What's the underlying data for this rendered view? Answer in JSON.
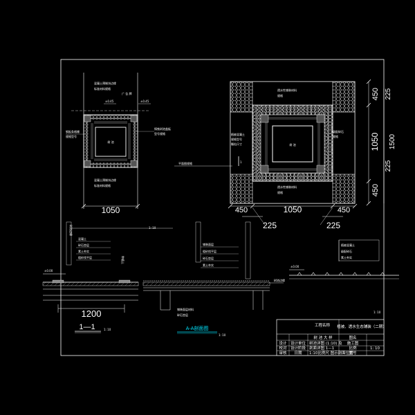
{
  "drawing": {
    "left_plan": {
      "dim_total": "1050",
      "center_label": "树 池",
      "level_left": "±0.45",
      "level_right": "±0.45",
      "note_top_1": "混凝土预制块边缘",
      "note_top_2": "标准材料规格",
      "note_axis": "广 告 牌",
      "note_left_1": "钢板条格栅",
      "note_left_2": "规格型号",
      "note_right_1": "铸铁树池盖板",
      "note_right_2": "型号规格",
      "note_bottom_1": "混凝土预制块边缘",
      "note_bottom_2": "标准材料规格"
    },
    "right_plan": {
      "center_label": "树 池",
      "dims_bottom": [
        "450",
        "1050",
        "450"
      ],
      "dims_sub": [
        "225",
        "225"
      ],
      "dims_right": [
        "450",
        "1050",
        "450"
      ],
      "dims_right_inner": [
        "225",
        "225"
      ],
      "dim_right_total": "1500",
      "note_top_1": "透水性铺装材料",
      "note_top_2": "规格",
      "note_left_1": "植被混凝土",
      "note_left_2": "规格型号",
      "note_left_3": "颗粒尺寸",
      "note_right_1": "级配碎石",
      "note_right_2": "规格",
      "note_bottom_1": "透水性铺装材料",
      "note_bottom_2": "规格",
      "note_section": "平面图规格",
      "section_mark": "1"
    },
    "section_1": {
      "level": "±0.00",
      "dim": "1200",
      "title": "1—1",
      "scale": "1: 10",
      "note_1": "混凝土",
      "note_2": "碎石垫层",
      "note_3": "素土夯实",
      "note_4": "粗砂找平层",
      "side_label_1": "树池边缘",
      "side_label_2": "种植土"
    },
    "section_A": {
      "title": "A-A剖面图",
      "scale": "1: 10",
      "note_1": "铺装面层",
      "note_2": "粗砂找平层",
      "note_3": "碎石垫层",
      "note_4": "素土夯实",
      "note_bottom_1": "铺装面层材料",
      "note_bottom_2": "碎石垫层"
    },
    "section_B": {
      "level": "±0.00",
      "note_1": "植被混凝土",
      "note_2": "级配碎石",
      "note_3": "素土夯实",
      "scale": "1: 10"
    },
    "title_block": {
      "project_label": "工程名称",
      "project": "植被、透水生态铺装（二期）",
      "drawing_label": "图名",
      "drawing_name": "树 池 大 样",
      "design_label": "设计",
      "check_label": "校对",
      "approve_label": "审核",
      "phase_label": "设计阶段",
      "phase": "施工图",
      "scale_label": "比例",
      "scale": "1: 10",
      "row1": "树池详图 (1:10) 及",
      "row2": "剖面详图 1—1",
      "row3": "1:10比例尺 图示剖面位置",
      "no_label": "图号",
      "company": "设计单位",
      "date_label": "日期"
    },
    "colors": {
      "background": "#000000",
      "line": "#ffffff",
      "accent": "#00e5ff",
      "hatch": "#d7d7d7",
      "red": "#ff3b3b",
      "yellow": "#ffe14a"
    }
  }
}
